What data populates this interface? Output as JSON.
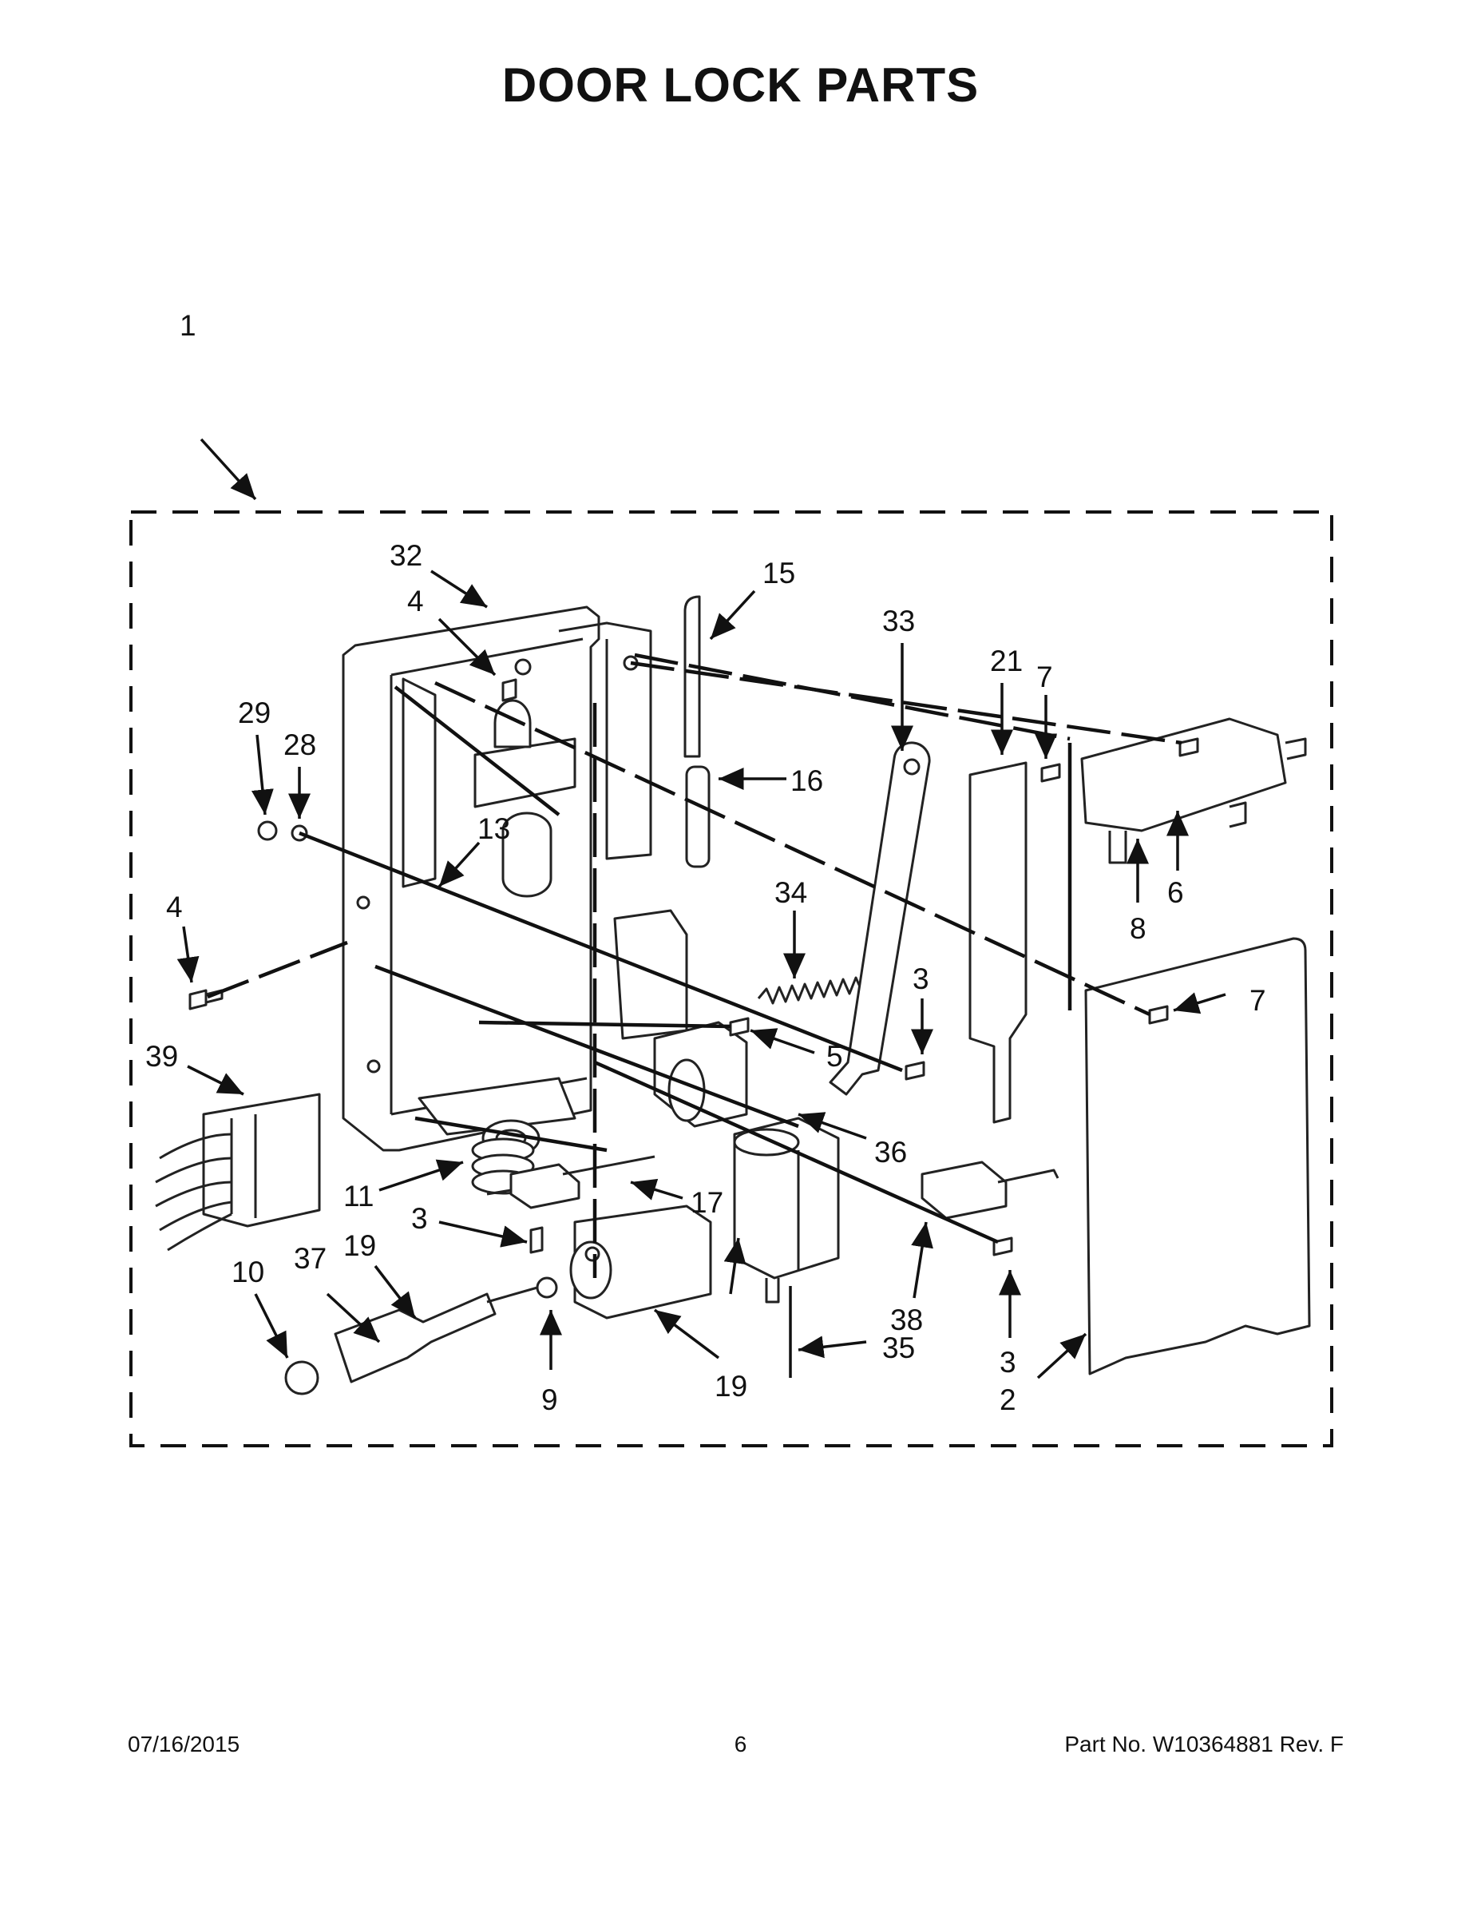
{
  "page": {
    "title": "DOOR LOCK PARTS",
    "footer_date": "07/16/2015",
    "footer_page": "6",
    "footer_part_no": "Part No.  W10364881  Rev.  F"
  },
  "callouts": [
    {
      "id": "c1",
      "text": "1"
    },
    {
      "id": "c32",
      "text": "32"
    },
    {
      "id": "c4a",
      "text": "4"
    },
    {
      "id": "c15",
      "text": "15"
    },
    {
      "id": "c33",
      "text": "33"
    },
    {
      "id": "c21",
      "text": "21"
    },
    {
      "id": "c7a",
      "text": "7"
    },
    {
      "id": "c29",
      "text": "29"
    },
    {
      "id": "c28",
      "text": "28"
    },
    {
      "id": "c16",
      "text": "16"
    },
    {
      "id": "c13",
      "text": "13"
    },
    {
      "id": "c6",
      "text": "6"
    },
    {
      "id": "c34",
      "text": "34"
    },
    {
      "id": "c8",
      "text": "8"
    },
    {
      "id": "c4b",
      "text": "4"
    },
    {
      "id": "c3a",
      "text": "3"
    },
    {
      "id": "c7b",
      "text": "7"
    },
    {
      "id": "c5",
      "text": "5"
    },
    {
      "id": "c39",
      "text": "39"
    },
    {
      "id": "c36",
      "text": "36"
    },
    {
      "id": "c11",
      "text": "11"
    },
    {
      "id": "c17",
      "text": "17"
    },
    {
      "id": "c3b",
      "text": "3"
    },
    {
      "id": "c19a",
      "text": "19"
    },
    {
      "id": "c37",
      "text": "37"
    },
    {
      "id": "c10",
      "text": "10"
    },
    {
      "id": "c38",
      "text": "38"
    },
    {
      "id": "c35",
      "text": "35"
    },
    {
      "id": "c3c",
      "text": "3"
    },
    {
      "id": "c19b",
      "text": "19"
    },
    {
      "id": "c9",
      "text": "9"
    },
    {
      "id": "c2",
      "text": "2"
    }
  ]
}
